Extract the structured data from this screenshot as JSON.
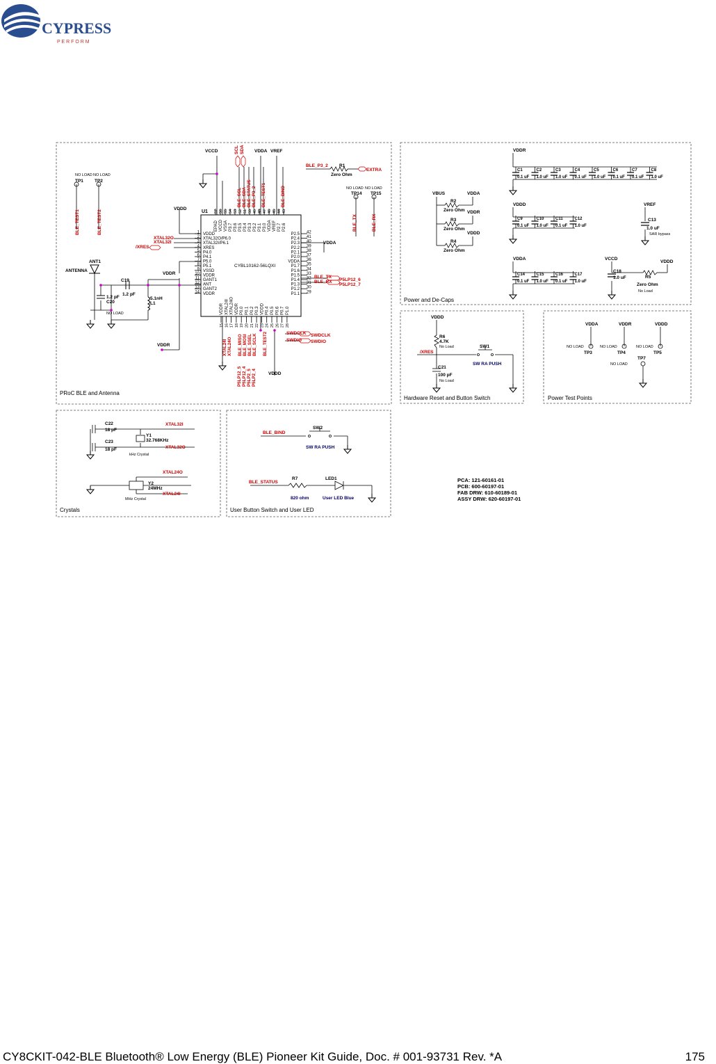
{
  "logo": {
    "word": "CYPRESS",
    "tag": "P E R F O R M",
    "color": "#2a4d8f"
  },
  "footer": {
    "doc_title": "CY8CKIT-042-BLE Bluetooth® Low Energy (BLE) Pioneer Kit Guide, Doc. # 001-93731 Rev. *A",
    "page": "175"
  },
  "colors": {
    "wire": "#000000",
    "net": "#cc0000",
    "junction": "#cc00cc",
    "border": "#555555"
  },
  "sections": {
    "proc": "PRoC BLE and Antenna",
    "power": "Power and De-Caps",
    "reset": "Hardware Reset and Button Switch",
    "tp": "Power Test Points",
    "crystals": "Crystals",
    "user": "User Button Switch and User LED"
  },
  "pca": [
    "PCA: 121-60161-01",
    "PCB: 600-60197-01",
    "FAB DRW: 610-60189-01",
    "ASSY DRW: 620-60197-01"
  ],
  "u1": {
    "ref": "U1",
    "part": "CYBL10162-56LQXI",
    "left_pins": [
      {
        "n": "1",
        "name": "VDDD"
      },
      {
        "n": "2",
        "name": "XTAL32O/P6.0"
      },
      {
        "n": "3",
        "name": "XTAL32I/P6.1"
      },
      {
        "n": "4",
        "name": "XRES"
      },
      {
        "n": "5",
        "name": "P4.0"
      },
      {
        "n": "6",
        "name": "P4.1"
      },
      {
        "n": "7",
        "name": "P5.0"
      },
      {
        "n": "8",
        "name": "P5.1"
      },
      {
        "n": "9",
        "name": "VSSD"
      },
      {
        "n": "10",
        "name": "VDDR"
      },
      {
        "n": "11",
        "name": "GANT1"
      },
      {
        "n": "12",
        "name": "ANT"
      },
      {
        "n": "13",
        "name": "GANT2"
      },
      {
        "n": "14",
        "name": "VDDR"
      }
    ],
    "right_pins": [
      {
        "n": "42",
        "name": "P2.5"
      },
      {
        "n": "41",
        "name": "P2.4"
      },
      {
        "n": "40",
        "name": "P2.3"
      },
      {
        "n": "39",
        "name": "P2.2"
      },
      {
        "n": "38",
        "name": "P2.1"
      },
      {
        "n": "37",
        "name": "P2.0"
      },
      {
        "n": "36",
        "name": "VDDA"
      },
      {
        "n": "35",
        "name": "P1.7"
      },
      {
        "n": "34",
        "name": "P1.6"
      },
      {
        "n": "33",
        "name": "P1.5"
      },
      {
        "n": "32",
        "name": "P1.4"
      },
      {
        "n": "31",
        "name": "P1.3"
      },
      {
        "n": "30",
        "name": "P1.2"
      },
      {
        "n": "29",
        "name": "P1.1"
      }
    ],
    "top_pins": [
      {
        "n": "57",
        "name": "EPAD"
      },
      {
        "n": "56",
        "name": "VCCD"
      },
      {
        "n": "55",
        "name": "VSSA"
      },
      {
        "n": "54",
        "name": "P3.7"
      },
      {
        "n": "53",
        "name": "P3.6"
      },
      {
        "n": "52",
        "name": "P3.5"
      },
      {
        "n": "51",
        "name": "P3.4"
      },
      {
        "n": "50",
        "name": "P3.3"
      },
      {
        "n": "49",
        "name": "P3.2"
      },
      {
        "n": "48",
        "name": "P3.1"
      },
      {
        "n": "47",
        "name": "P3.0"
      },
      {
        "n": "46",
        "name": "VDDA"
      },
      {
        "n": "45",
        "name": "VREF"
      },
      {
        "n": "44",
        "name": "P2.7"
      },
      {
        "n": "43",
        "name": "P2.6"
      }
    ],
    "bottom_pins": [
      {
        "n": "15",
        "name": "VDDR"
      },
      {
        "n": "16",
        "name": "XTAL24I"
      },
      {
        "n": "17",
        "name": "XTAL24O"
      },
      {
        "n": "18",
        "name": "VDDR"
      },
      {
        "n": "19",
        "name": "P0.0"
      },
      {
        "n": "20",
        "name": "P0.1"
      },
      {
        "n": "21",
        "name": "P0.2"
      },
      {
        "n": "22",
        "name": "P0.3"
      },
      {
        "n": "23",
        "name": "VDDD"
      },
      {
        "n": "24",
        "name": "P0.4"
      },
      {
        "n": "25",
        "name": "P0.5"
      },
      {
        "n": "26",
        "name": "P0.6"
      },
      {
        "n": "27",
        "name": "P0.7"
      },
      {
        "n": "28",
        "name": "P1.0"
      }
    ]
  },
  "top_nets": [
    "BLE_SCL",
    "BLE_SDA",
    "BLE_STATUS",
    "BLE_P3_2",
    "BLE_TEST1",
    "BLE_BIND"
  ],
  "bottom_nets": [
    "XTAL24I",
    "XTAL24O",
    "BLE_MISO",
    "BLE_MOSI",
    "BLE_SSEL",
    "BLE_SCLK",
    "BLE_TEST2"
  ],
  "bottom_ports": [
    "P5LP12_5",
    "P5LP12_4",
    "P5LP2_5",
    "P5LP2_4"
  ],
  "labels": {
    "vccd": "VCCD",
    "vdda": "VDDA",
    "vref": "VREF",
    "vddd": "VDDD",
    "vddr": "VDDR",
    "vbus": "VBUS",
    "scl": "SCL",
    "sda": "SDA",
    "ble_p3_2": "BLE_P3_2",
    "extra": "EXTRA",
    "r1": "R1",
    "zero_ohm": "Zero Ohm",
    "no_load": "NO LOAD",
    "no_load_lc": "No Load",
    "tp1": "TP1",
    "tp2": "TP2",
    "tp14": "TP14",
    "tp15": "TP15",
    "ble_test1": "BLE_TEST1",
    "ble_test2": "BLE_TEST2",
    "ble_tx": "BLE_TX",
    "ble_rx": "BLE_RX",
    "xtal32o": "XTAL32O",
    "xtal32i": "XTAL32I",
    "xres": "/XRES",
    "ant1": "ANT1",
    "antenna": "ANTENNA",
    "c19": "C19",
    "c19v": "1.2 pF",
    "c20": "C20",
    "c20v": "1.2 pF",
    "l1": "L1",
    "l1v": "5.1nH",
    "p5lp12_6": "P5LP12_6",
    "p5lp12_7": "P5LP12_7",
    "swdclk": "SWDCLK",
    "swdio": "SWDIO",
    "r2": "R2",
    "r3": "R3",
    "r4": "R4",
    "r5": "R5",
    "r5sub": "No Load",
    "c1": "C1",
    "c2": "C2",
    "c3": "C3",
    "c4": "C4",
    "c5": "C5",
    "c6": "C6",
    "c7": "C7",
    "c8": "C8",
    "c9": "C9",
    "c10": "C10",
    "c11": "C11",
    "c12": "C12",
    "c13": "C13",
    "c14": "C14",
    "c15": "C15",
    "c16": "C16",
    "c17": "C17",
    "c18": "C18",
    "v01": "0.1 uF",
    "v10": "1.0 uF",
    "sar": "SAR bypass",
    "r6": "R6",
    "r6v": "4.7K",
    "c21": "C21",
    "c21v": "100 pF",
    "sw1": "SW1",
    "sw_push": "SW RA PUSH",
    "tp3": "TP3",
    "tp4": "TP4",
    "tp5": "TP5",
    "tp7": "TP7",
    "c22": "C22",
    "c22v": "18 pF",
    "c23": "C23",
    "c23v": "18 pF",
    "y1": "Y1",
    "y1v": "32.768KHz",
    "khz": "kHz Crystal",
    "y2": "Y2",
    "y2v": "24MHz",
    "mhz": "MHz Crystal",
    "xtal24o": "XTAL24O",
    "xtal24i": "XTAL24I",
    "ble_bind": "BLE_BIND",
    "sw2": "SW2",
    "ble_status": "BLE_STATUS",
    "r7": "R7",
    "r7v": "820 ohm",
    "led1": "LED1",
    "ledv": "User LED Blue"
  }
}
